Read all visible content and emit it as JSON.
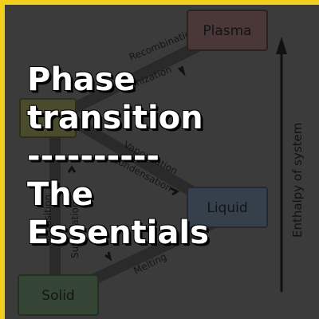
{
  "diagram": {
    "nodes": {
      "plasma": "Plasma",
      "liquid": "Liquid",
      "solid": "Solid"
    },
    "edges": {
      "recombination": "Recombination",
      "ionization": "Ionization",
      "vaporization": "Vaporization",
      "condensation": "Condensation",
      "deposition": "Deposition",
      "sublimation": "Sublimation",
      "melting": "Melting"
    },
    "axis_label": "Enthalpy of system"
  },
  "overlay": {
    "line1": "Phase",
    "line2": "transition",
    "line3": "----------",
    "line4": "The",
    "line5": "Essentials"
  }
}
